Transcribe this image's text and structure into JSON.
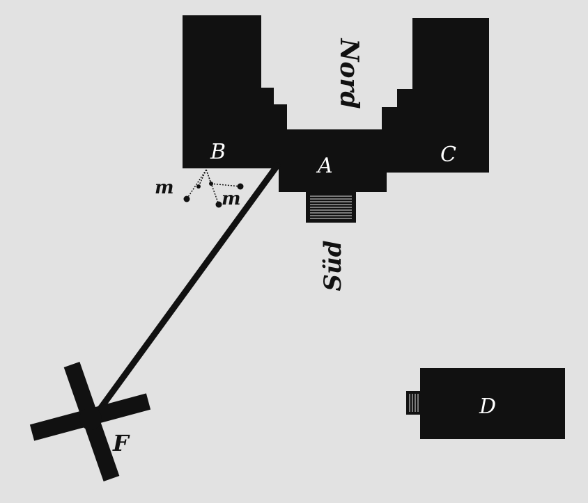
{
  "labels": {
    "north": "Nord",
    "south": "Süd",
    "building_a": "A",
    "building_b": "B",
    "building_c": "C",
    "building_d": "D",
    "marker_f": "F",
    "point_m_left": "m",
    "point_m_right": "m"
  },
  "colors": {
    "background": "#e2e2e2",
    "ink": "#111111",
    "label_on_dark": "#ffffff"
  }
}
